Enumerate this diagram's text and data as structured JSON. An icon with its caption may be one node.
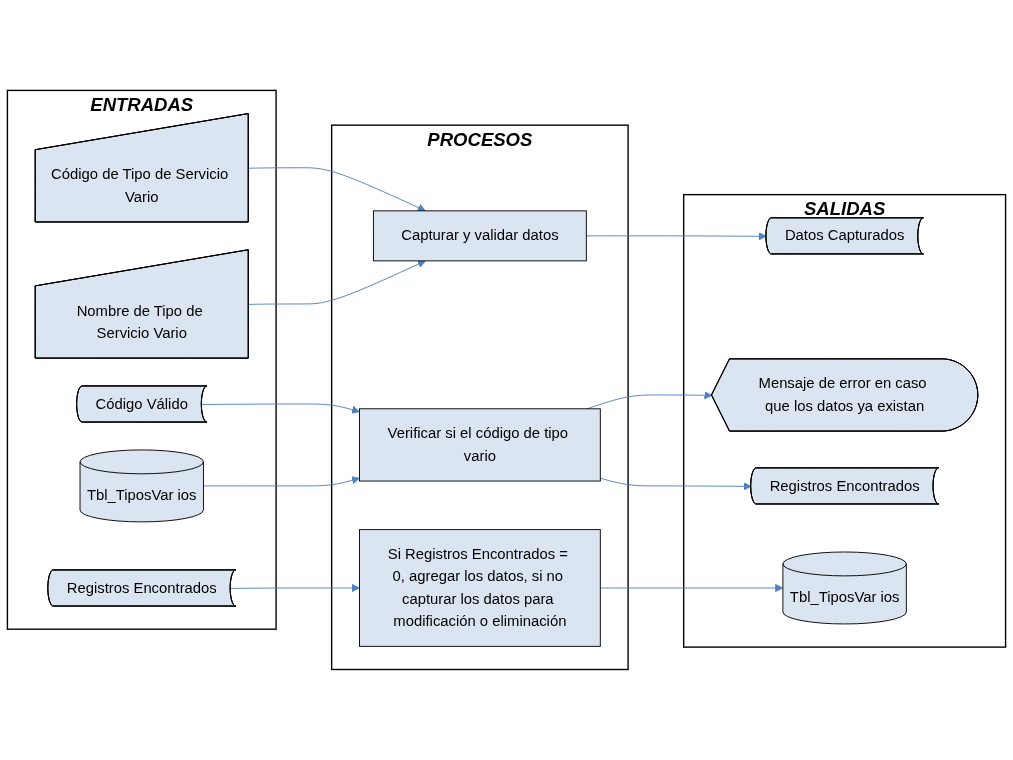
{
  "diagram": {
    "nodes": [
      {
        "text": [
          "ENTRADAS"
        ]
      },
      {
        "text": [
          "Código de Tipo de Servicio Vario"
        ],
        "in": 0
      },
      {
        "text": [
          "Nombre de Tipo de Servicio Vario"
        ],
        "in": 0
      },
      {
        "text": [
          "Código Válido"
        ],
        "in": 0
      },
      {
        "text": [
          "Tbl_TiposVar ios"
        ],
        "in": 0
      },
      {
        "text": [
          "Registros Encontrados"
        ],
        "in": 0
      },
      {
        "text": [
          "PROCESOS"
        ]
      },
      {
        "text": [
          "Capturar y validar datos"
        ],
        "in": 6
      },
      {
        "text": [
          "Verificar si el código de tipo vario"
        ],
        "in": 6
      },
      {
        "text": [
          "Si Registros Encontrados = 0, agregar los datos, si no capturar los datos para modificación o eliminación"
        ],
        "in": 6
      },
      {
        "text": [
          "SALIDAS"
        ]
      },
      {
        "text": [
          "Datos Capturados"
        ],
        "in": 10
      },
      {
        "text": [
          "Mensaje de error en caso que los datos ya existan"
        ],
        "in": 10
      },
      {
        "text": [
          "Registros Encontrados"
        ],
        "in": 10
      },
      {
        "text": [
          "Tbl_TiposVar ios"
        ],
        "in": 10
      }
    ],
    "edges": [
      {
        "from": 1,
        "to": 7,
        "arrow": "to"
      },
      {
        "from": 2,
        "to": 7,
        "arrow": "to"
      },
      {
        "from": 7,
        "to": 11,
        "arrow": "to"
      },
      {
        "from": 3,
        "to": 8,
        "arrow": "to"
      },
      {
        "from": 4,
        "to": 8,
        "arrow": "to"
      },
      {
        "from": 8,
        "to": 12,
        "arrow": "to"
      },
      {
        "from": 8,
        "to": 13,
        "arrow": "to"
      },
      {
        "from": 5,
        "to": 9,
        "arrow": "to"
      },
      {
        "from": 9,
        "to": 14,
        "arrow": "to"
      }
    ]
  }
}
